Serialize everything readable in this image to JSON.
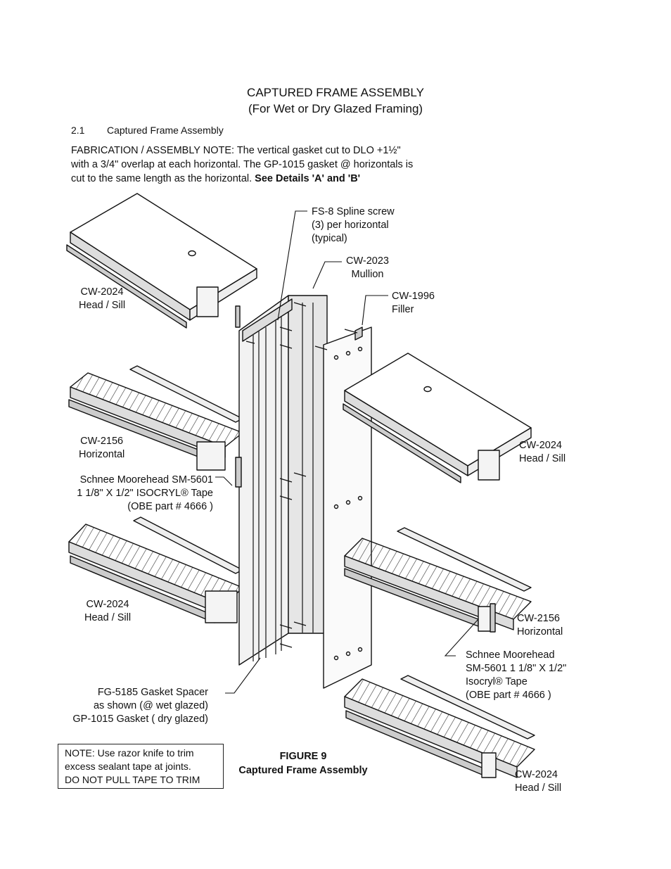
{
  "header": {
    "title_line1": "CAPTURED FRAME ASSEMBLY",
    "title_line2": "(For Wet or Dry Glazed Framing)",
    "section_number": "2.1",
    "section_title": "Captured Frame Assembly"
  },
  "fabrication_note": {
    "line1": "FABRICATION / ASSEMBLY NOTE:  The vertical gasket cut to DLO +1½\"",
    "line2": "with a 3/4\" overlap at each horizontal. The GP-1015 gasket @ horizontals is",
    "line3_plain": "cut to the same length as the horizontal. ",
    "line3_bold": "See Details 'A' and 'B'"
  },
  "callouts": {
    "spline_screw": [
      "FS-8 Spline screw",
      "(3) per horizontal",
      "(typical)"
    ],
    "mullion": [
      "CW-2023",
      "Mullion"
    ],
    "filler": [
      "CW-1996",
      "Filler"
    ],
    "head_sill_top_left": [
      "CW-2024",
      "Head / Sill"
    ],
    "horizontal_left": [
      "CW-2156",
      "Horizontal"
    ],
    "tape_left": [
      "Schnee Moorehead SM-5601",
      "1 1/8\" X 1/2\"  ISOCRYL® Tape",
      "(OBE part # 4666 )"
    ],
    "head_sill_bottom_left": [
      "CW-2024",
      "Head / Sill"
    ],
    "head_sill_right_mid": [
      "CW-2024",
      "Head / Sill"
    ],
    "horizontal_right": [
      "CW-2156",
      "Horizontal"
    ],
    "tape_right": [
      "Schnee Moorehead",
      "SM-5601 1 1/8\" X 1/2\"",
      "Isocryl® Tape",
      "(OBE part # 4666 )"
    ],
    "gasket_spacer": [
      "FG-5185 Gasket Spacer",
      "as shown (@ wet glazed)",
      "GP-1015 Gasket ( dry glazed)"
    ],
    "head_sill_bottom_right": [
      "CW-2024",
      "Head / Sill"
    ]
  },
  "trim_note": [
    "NOTE: Use razor knife to trim",
    "excess sealant tape at joints.",
    "DO NOT PULL TAPE TO TRIM"
  ],
  "figure": {
    "number": "FIGURE 9",
    "caption": "Captured Frame Assembly"
  }
}
